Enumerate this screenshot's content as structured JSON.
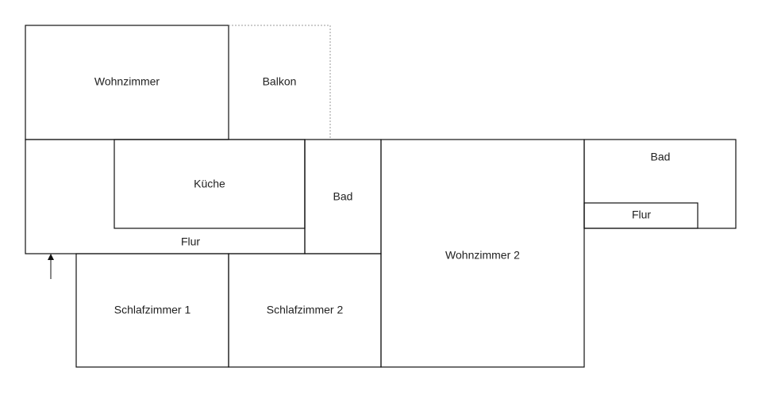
{
  "rooms": {
    "wohnzimmer": "Wohnzimmer",
    "balkon": "Balkon",
    "kueche": "Küche",
    "bad1": "Bad",
    "flur1": "Flur",
    "wohnzimmer2": "Wohnzimmer 2",
    "bad2": "Bad",
    "flur2": "Flur",
    "schlafzimmer1": "Schlafzimmer 1",
    "schlafzimmer2": "Schlafzimmer 2"
  },
  "colors": {
    "line": "#111111",
    "balcony_line": "#999999"
  }
}
